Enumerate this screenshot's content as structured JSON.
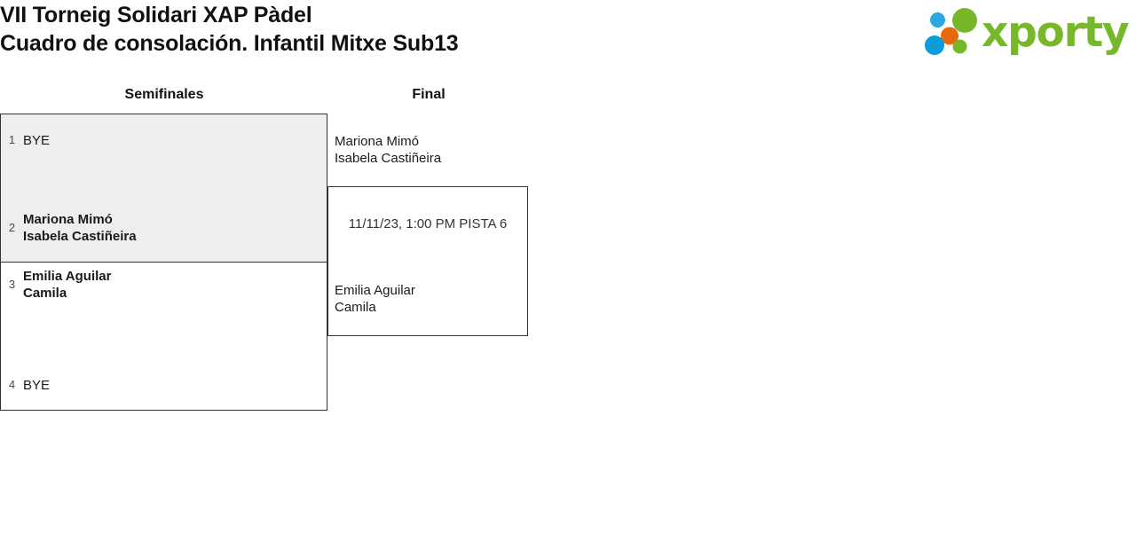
{
  "header": {
    "title": "VII Torneig Solidari XAP Pàdel",
    "subtitle": "Cuadro de consolación. Infantil Mitxe Sub13"
  },
  "logo": {
    "wordmark": "xporty",
    "mark_icon": "circles-cluster-icon",
    "colors": {
      "green": "#76b82a",
      "orange": "#e8690b",
      "blue_dark": "#0a9cdb",
      "blue_light": "#2aa9e0"
    }
  },
  "bracket": {
    "rounds": [
      {
        "label": "Semifinales"
      },
      {
        "label": "Final"
      }
    ],
    "semifinals": [
      {
        "highlighted": true,
        "top": {
          "seed": "1",
          "names": [
            "BYE"
          ],
          "winner": false
        },
        "bottom": {
          "seed": "2",
          "names": [
            "Mariona Mimó",
            "Isabela Castiñeira"
          ],
          "winner": true
        }
      },
      {
        "highlighted": false,
        "top": {
          "seed": "3",
          "names": [
            "Emilia Aguilar",
            "Camila"
          ],
          "winner": true
        },
        "bottom": {
          "seed": "4",
          "names": [
            "BYE"
          ],
          "winner": false
        }
      }
    ],
    "final": {
      "meta": "11/11/23, 1:00 PM PISTA 6",
      "top": {
        "names": [
          "Mariona Mimó",
          "Isabela Castiñeira"
        ]
      },
      "bottom": {
        "names": [
          "Emilia Aguilar",
          "Camila"
        ]
      }
    }
  }
}
